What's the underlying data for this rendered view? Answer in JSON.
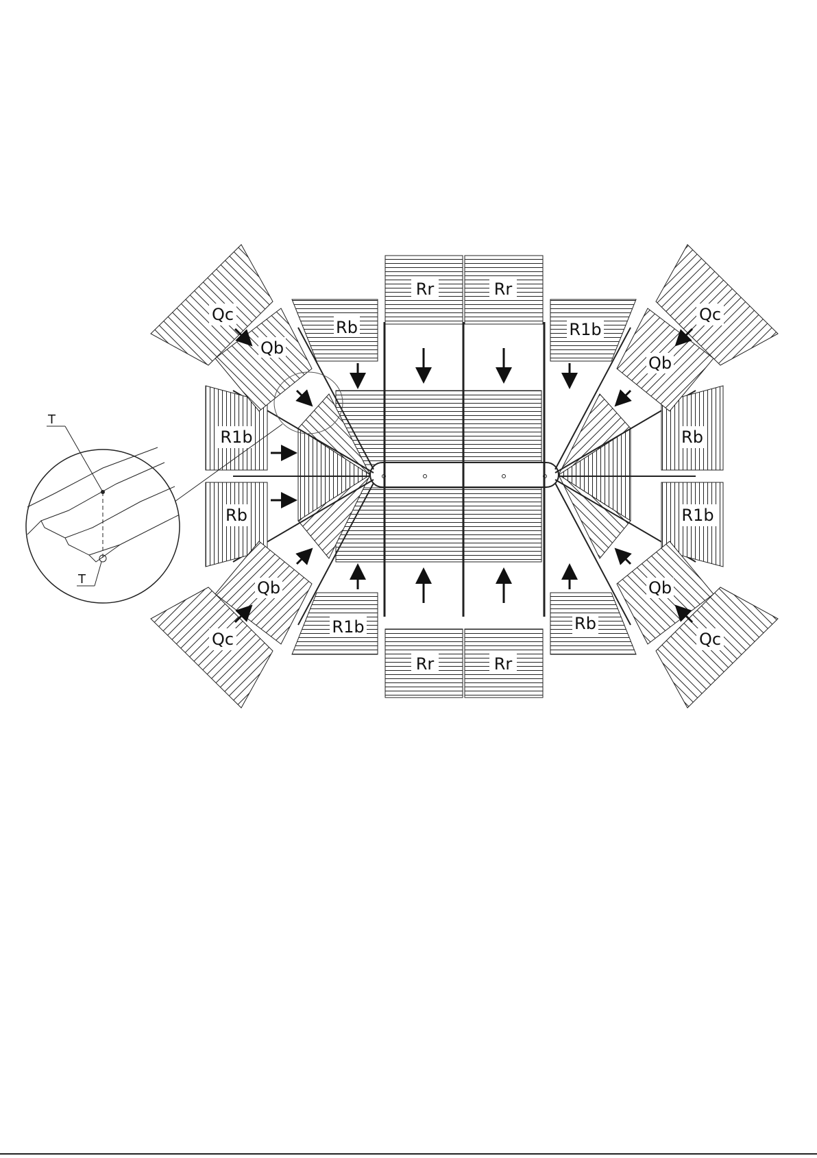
{
  "labels": {
    "rr": "Rr",
    "rb": "Rb",
    "r1b": "R1b",
    "qb": "Qb",
    "qc": "Qc",
    "t": "T"
  },
  "colors": {
    "line": "#222222",
    "background": "#ffffff"
  }
}
